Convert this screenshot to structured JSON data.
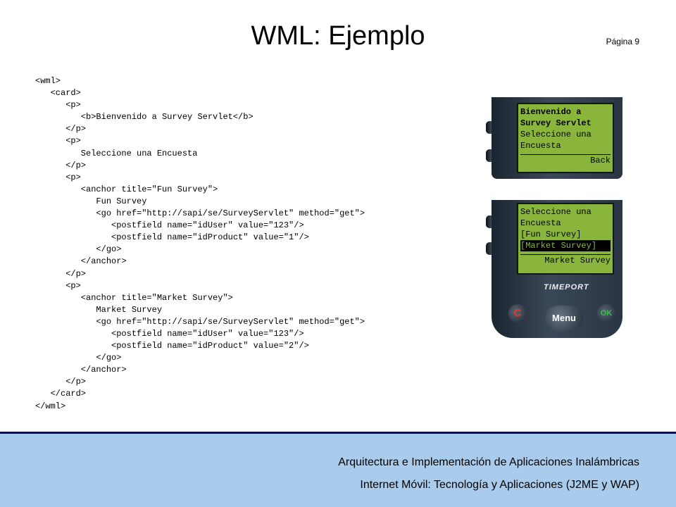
{
  "slide": {
    "title": "WML: Ejemplo",
    "page_number": "Página 9"
  },
  "code_lines": [
    "<wml>",
    "   <card>",
    "      <p>",
    "         <b>Bienvenido a Survey Servlet</b>",
    "      </p>",
    "      <p>",
    "         Seleccione una Encuesta",
    "      </p>",
    "      <p>",
    "         <anchor title=\"Fun Survey\">",
    "            Fun Survey",
    "            <go href=\"http://sapi/se/SurveyServlet\" method=\"get\">",
    "               <postfield name=\"idUser\" value=\"123\"/>",
    "               <postfield name=\"idProduct\" value=\"1\"/>",
    "            </go>",
    "         </anchor>",
    "      </p>",
    "      <p>",
    "         <anchor title=\"Market Survey\">",
    "            Market Survey",
    "            <go href=\"http://sapi/se/SurveyServlet\" method=\"get\">",
    "               <postfield name=\"idUser\" value=\"123\"/>",
    "               <postfield name=\"idProduct\" value=\"2\"/>",
    "            </go>",
    "         </anchor>",
    "      </p>",
    "   </card>",
    "</wml>"
  ],
  "phone_top": {
    "line1": "Bienvenido a",
    "line2": "Survey Servlet",
    "line3": "Seleccione una",
    "line4": "Encuesta",
    "softkey": "Back"
  },
  "phone_bottom": {
    "line1": "Seleccione una",
    "line2": "Encuesta",
    "line3": "[Fun Survey]",
    "line4": "[Market Survey]",
    "softkey": "Market Survey",
    "brand": "TIMEPORT",
    "key_clear": "C",
    "key_menu": "Menu",
    "key_ok": "OK"
  },
  "footer": {
    "line1": "Arquitectura e Implementación de Aplicaciones Inalámbricas",
    "line2": "Internet Móvil: Tecnología y Aplicaciones (J2ME y WAP)"
  },
  "colors": {
    "footer_bg": "#a9ccec",
    "footer_border": "#0a0a6e",
    "screen_green": "#8ab53d"
  }
}
